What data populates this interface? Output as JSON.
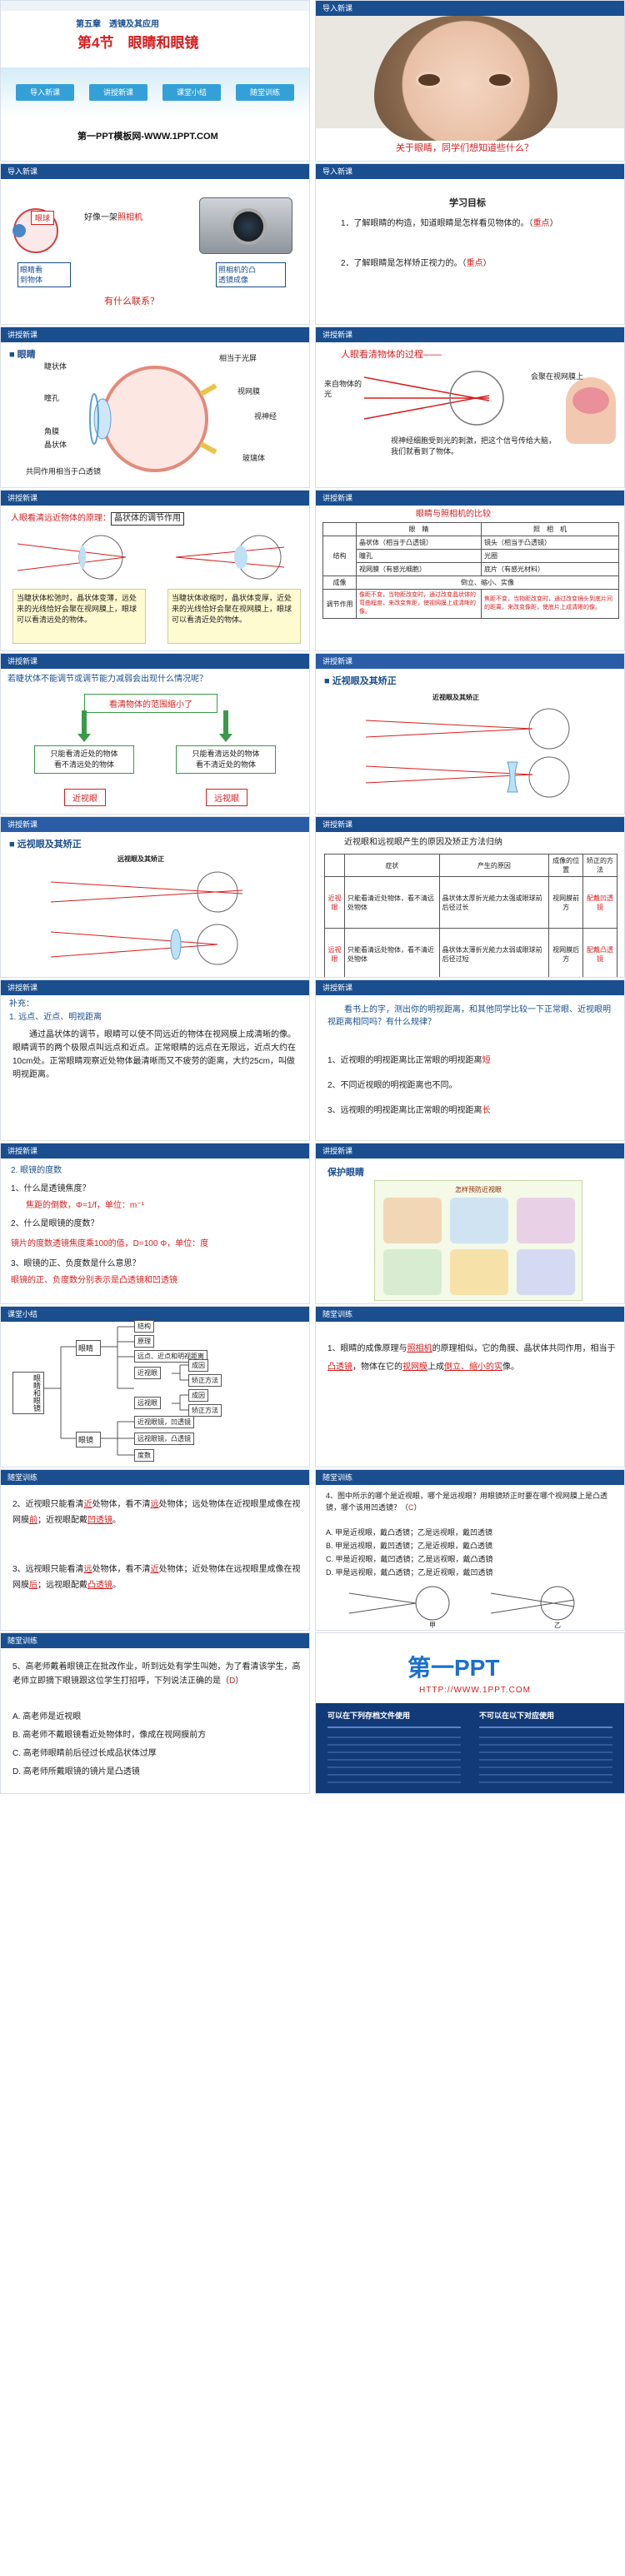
{
  "slide1": {
    "chapter": "第五章　透镜及其应用",
    "title": "第4节　眼睛和眼镜",
    "nav": [
      "导入新课",
      "讲授新课",
      "课堂小结",
      "随堂训练"
    ],
    "footer": "第一PPT模板网-WWW.1PPT.COM"
  },
  "slide2": {
    "header": "导入新课",
    "caption": "关于眼睛，同学们想知道些什么？"
  },
  "slide3": {
    "header": "导入新课",
    "eyeball": "眼球",
    "like": "好像一架",
    "camera": "照相机",
    "retina_label": "眼睛看\n到物体",
    "camera_label": "照相机的凸\n透镜成像",
    "question": "有什么联系？"
  },
  "slide4": {
    "header": "导入新课",
    "goals_title": "学习目标",
    "goal1a": "1．了解眼睛的构造，知道眼睛是怎样看见物体的。（",
    "goal1b": "重点",
    "goal1c": "）",
    "goal2a": "2．了解眼睛是怎样矫正视力的。（",
    "goal2b": "重点",
    "goal2c": "）"
  },
  "slide5": {
    "header": "讲授新课",
    "section": "眼睛",
    "labels": [
      "睫状体",
      "瞳孔",
      "角膜",
      "晶状体",
      "共同作用相当于凸透镜",
      "相当于光屏",
      "视网膜",
      "视神经",
      "玻璃体"
    ]
  },
  "slide6": {
    "header": "讲授新课",
    "title": "人眼看清物体的过程——",
    "light_from": "来自物体的光",
    "image": "会聚在视网膜上",
    "brain": "视神经细胞受到光的刺激，把这个信号传给大脑，我们就看到了物体。"
  },
  "slide7": {
    "header": "讲授新课",
    "principle_a": "人眼看清远近物体的原理：",
    "principle_b": "晶状体的调节作用",
    "left_box": "当睫状体松弛时，晶状体变薄，远处来的光线恰好会聚在视网膜上，眼球可以看清远处的物体。",
    "right_box": "当睫状体收缩时，晶状体变厚，近处来的光线恰好会聚在视网膜上，眼球可以看清近处的物体。"
  },
  "slide8": {
    "header": "讲授新课",
    "title": "眼睛与照相机的比较",
    "head": [
      "",
      "",
      "眼　睛",
      "照　相　机"
    ],
    "rows": [
      [
        "结构",
        "晶状体（相当于凸透镜）",
        "镜头（相当于凸透镜）"
      ],
      [
        "",
        "瞳孔",
        "光圈"
      ],
      [
        "",
        "视网膜（有感光细胞）",
        "底片（有感光材料）"
      ],
      [
        "成像",
        "倒立、缩小、实像",
        ""
      ],
      [
        "调节作用",
        "像距不变，当物距改变时，通过改变晶状体的弯曲程度，来改变焦距，使视网膜上成清晰的像。",
        "焦距不变，当物距改变时，通过改变镜头到底片间的距离，来改变像距，使底片上成清晰的像。"
      ]
    ]
  },
  "slide9": {
    "header": "讲授新课",
    "question": "若睫状体不能调节或调节能力减弱会出现什么情况呢？",
    "range": "看清物体的范围缩小了",
    "left": "只能看清近处的物体\n看不清远处的物体",
    "right": "只能看清远处的物体\n看不清近处的物体",
    "myopia": "近视眼",
    "hyperopia": "远视眼"
  },
  "slide10": {
    "header": "讲授新课",
    "section": "近视眼及其矫正",
    "caption": "近视眼及其矫正"
  },
  "slide11": {
    "header": "讲授新课",
    "section": "远视眼及其矫正",
    "caption": "远视眼及其矫正"
  },
  "slide12": {
    "header": "讲授新课",
    "title": "近视眼和远视眼产生的原因及矫正方法归纳",
    "head": [
      "",
      "症状",
      "产生的原因",
      "成像的位置",
      "矫正的方法"
    ],
    "rows": [
      [
        "近视眼",
        "只能看清近处物体，看不清远处物体",
        "晶状体太厚折光能力太强或眼球前后径过长",
        "视网膜前方",
        "配戴凹透镜"
      ],
      [
        "远视眼",
        "只能看清远处物体，看不清近处物体",
        "晶状体太薄折光能力太弱或眼球前后径过短",
        "视网膜后方",
        "配戴凸透镜"
      ]
    ]
  },
  "slide13": {
    "header": "讲授新课",
    "supplement": "补充：",
    "title": "1. 远点、近点、明视距离",
    "body": "通过晶状体的调节，眼睛可以使不同远近的物体在视网膜上成清晰的像。眼睛调节的两个极限点叫远点和近点。正常眼睛的远点在无限远，近点大约在10cm处。正常眼睛观察近处物体最清晰而又不疲劳的距离，大约25cm，叫做明视距离。"
  },
  "slide14": {
    "header": "讲授新课",
    "intro": "看书上的字，测出你的明视距离，和其他同学比较一下正常眼、近视眼明视距离相同吗？有什么规律？",
    "q1a": "1、近视眼的明视距离比正常眼的明视距离",
    "q1b": "短",
    "q2": "2、不同近视眼的明视距离也不同。",
    "q3a": "3、远视眼的明视距离比正常眼的明视距离",
    "q3b": "长"
  },
  "slide15": {
    "header": "讲授新课",
    "title": "2. 眼镜的度数",
    "q1": "1、什么是透镜焦度？",
    "a1": "焦距的倒数，Φ=1/f，单位：m⁻¹",
    "q2": "2、什么是眼镜的度数？",
    "a2": "镜片的度数透镜焦度乘100的值，D=100 Φ，单位：度",
    "q3": "3、眼镜的正、负度数是什么意思？",
    "a3": "眼镜的正、负度数分别表示是凸透镜和凹透镜"
  },
  "slide16": {
    "header": "讲授新课",
    "section": "保护眼睛",
    "poster": "怎样预防近视眼"
  },
  "slide17": {
    "header": "课堂小结",
    "root": "眼睛和眼镜",
    "eye": "眼睛",
    "glasses": "眼镜",
    "structure": "结构",
    "principle": "原理",
    "distance": "远点、近点和明视距离",
    "myopia": "近视眼",
    "hyperopia": "远视眼",
    "cause": "成因",
    "fix": "矫正方法",
    "cause2": "成因",
    "fix2": "矫正方法",
    "myopia_glass": "近视眼镜，凹透镜",
    "hyper_glass": "远视眼镜，凸透镜",
    "degree": "度数"
  },
  "slide18": {
    "header": "随堂训练",
    "text_a": "1、眼睛的成像原理与",
    "ans1": "照相机",
    "text_b": "的原理相似，它的角膜、晶状体共同作用，相当于",
    "ans2": "凸透镜",
    "text_c": "，物体在它的",
    "ans3": "视网膜",
    "text_d": "上成",
    "ans4": "倒立、缩小的实",
    "text_e": "像。"
  },
  "slide19": {
    "header": "随堂训练",
    "q2a": "2、近视眼只能看清",
    "q2b": "近",
    "q2c": "处物体，看不清",
    "q2d": "远",
    "q2e": "处物体；远处物体在近视眼里成像在视网膜",
    "q2f": "前",
    "q2g": "；近视眼配戴",
    "q2h": "凹透镜",
    "q2i": "。",
    "q3a": "3、远视眼只能看清",
    "q3b": "远",
    "q3c": "处物体，看不清",
    "q3d": "近",
    "q3e": "处物体；近处物体在远视眼里成像在视网膜",
    "q3f": "后",
    "q3g": "；远视眼配戴",
    "q3h": "凸透镜",
    "q3i": "。"
  },
  "slide20": {
    "header": "随堂训练",
    "q": "4、图中所示的哪个是近视眼，哪个是远视眼？用眼镜矫正时要在哪个视网膜上是凸透镜，哪个该用凹透镜？（",
    "ans": "C",
    "q_end": "）",
    "options": [
      "A. 甲是近视眼，戴凸透镜；乙是远视眼，戴凹透镜",
      "B. 甲是远视眼，戴凹透镜；乙是近视眼，戴凸透镜",
      "C. 甲是近视眼，戴凹透镜；乙是远视眼，戴凸透镜",
      "D. 甲是远视眼，戴凸透镜；乙是近视眼，戴凹透镜"
    ],
    "fig1": "甲",
    "fig2": "乙"
  },
  "slide21": {
    "header": "随堂训练",
    "q_a": "5、高老师戴着眼镜正在批改作业，听到远处有学生叫她，为了看清该学生，高老师立即摘下眼镜跟这位学生打招呼，下列说法正确的是（",
    "ans": "D",
    "q_b": "）",
    "options": [
      "A. 高老师是近视眼",
      "B. 高老师不戴眼镜看近处物体时，像成在视网膜前方",
      "C. 高老师眼睛前后径过长成品状体过厚",
      "D. 高老师所戴眼镜的镜片是凸透镜"
    ]
  },
  "slide22": {
    "brand": "第一PPT",
    "url": "HTTP://WWW.1PPT.COM",
    "col1_title": "可以在下列存档文件使用",
    "col2_title": "不可以在以下对应使用"
  }
}
